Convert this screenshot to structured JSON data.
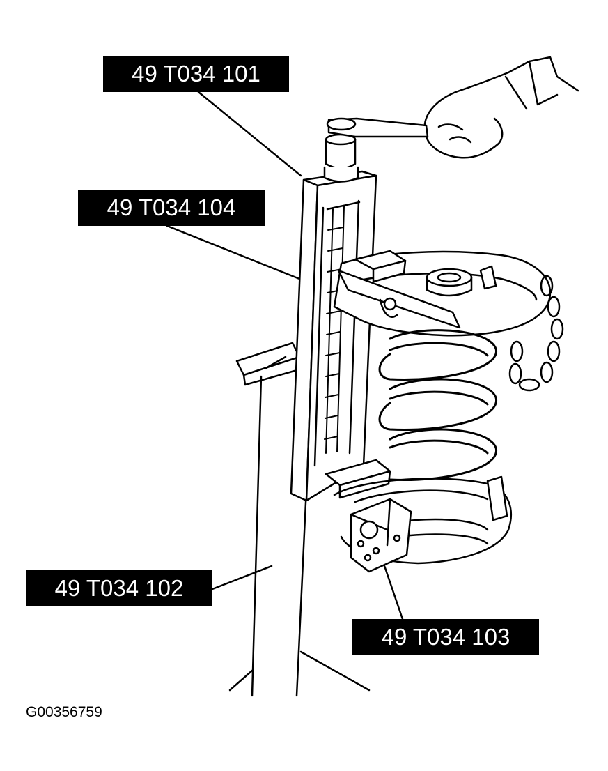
{
  "callouts": {
    "tool_101": "49 T034 101",
    "tool_104": "49 T034 104",
    "tool_102": "49 T034 102",
    "tool_103": "49 T034 103"
  },
  "figure_id": "G00356759",
  "colors": {
    "ink": "#000000",
    "paper": "#ffffff"
  }
}
